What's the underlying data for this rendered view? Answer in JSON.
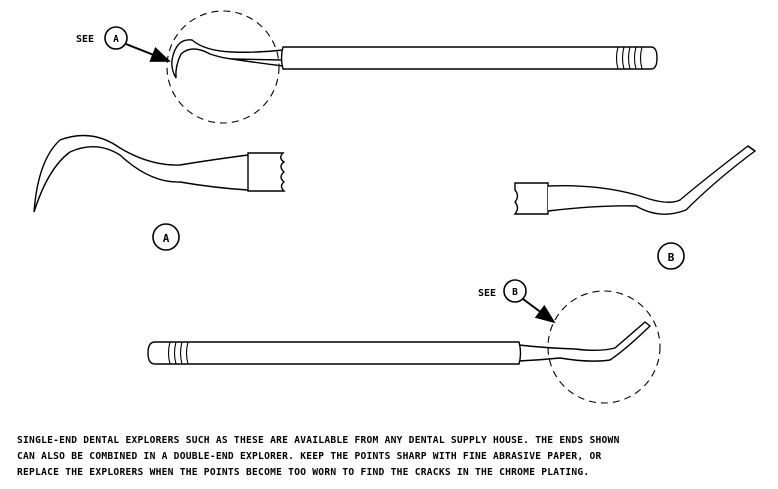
{
  "diagram": {
    "callouts": {
      "top_see": "SEE",
      "top_ref": "A",
      "bottom_see": "SEE",
      "bottom_ref": "B"
    },
    "detail_labels": {
      "a": "A",
      "b": "B"
    }
  },
  "caption": {
    "lines": [
      "SINGLE-END DENTAL EXPLORERS SUCH AS THESE ARE AVAILABLE FROM ANY DENTAL SUPPLY HOUSE.  THE ENDS SHOWN",
      "CAN ALSO BE COMBINED IN A DOUBLE-END EXPLORER.  KEEP THE POINTS SHARP WITH FINE ABRASIVE PAPER, OR",
      "REPLACE THE EXPLORERS WHEN THE POINTS BECOME TOO WORN TO FIND THE CRACKS IN THE CHROME PLATING."
    ]
  }
}
